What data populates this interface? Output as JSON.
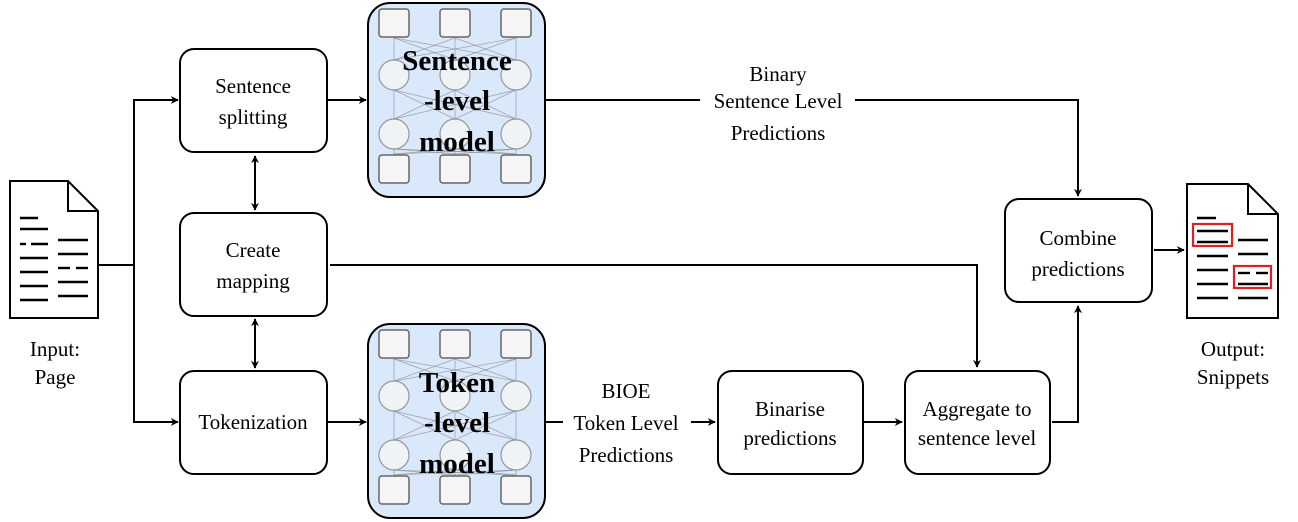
{
  "colors": {
    "model_fill": "#dae8fc",
    "highlight": "#e02020",
    "stroke": "#000000"
  },
  "input": {
    "label_line1": "Input:",
    "label_line2": "Page"
  },
  "output": {
    "label_line1": "Output:",
    "label_line2": "Snippets"
  },
  "nodes": {
    "sentence_splitting": {
      "line1": "Sentence",
      "line2": "splitting"
    },
    "create_mapping": {
      "line1": "Create",
      "line2": "mapping"
    },
    "tokenization": {
      "line1": "Tokenization"
    },
    "sentence_model": {
      "line1": "Sentence",
      "line2": "-level",
      "line3": "model"
    },
    "token_model": {
      "line1": "Token",
      "line2": "-level",
      "line3": "model"
    },
    "binarise": {
      "line1": "Binarise",
      "line2": "predictions"
    },
    "aggregate": {
      "line1": "Aggregate to",
      "line2": "sentence level"
    },
    "combine": {
      "line1": "Combine",
      "line2": "predictions"
    }
  },
  "edge_labels": {
    "sentence_preds": {
      "line1": "Binary",
      "line2": "Sentence Level",
      "line3": "Predictions"
    },
    "token_preds": {
      "line1": "BIOE",
      "line2": "Token Level",
      "line3": "Predictions"
    }
  },
  "icons": {
    "input_doc": "document-icon",
    "output_doc": "document-highlighted-icon",
    "nn": "neural-network-icon"
  }
}
